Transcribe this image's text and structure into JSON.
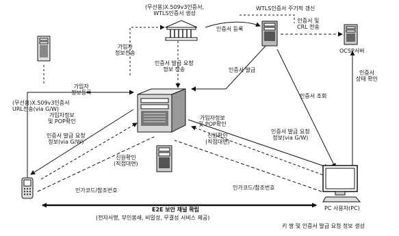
{
  "labels": {
    "wtls_cert_issue_wireless": "(무선용)X.509v3인증서,\nWTLS인증서 생성",
    "wtls_cert_periodic_update": "WTLS인증서 주기적 갱신",
    "cert_registration": "인증서 등록",
    "cert_crl_transfer": "인증서 및\nCRL 전송",
    "ocsp_server": "OCSP서버",
    "subscriber_info_transfer": "가입자\n정보전송",
    "cert_issue_request_info_transfer": "인증서 발급 요청\n정보 전송",
    "cert_issue": "인증서 발급",
    "cert_status_check": "인증서\n상태 확인",
    "subscriber_info_registration": "가입자\n정보등록",
    "x509_url_transfer": "(무선용)X.509v3인증서\nURL전송(via G/W)",
    "cert_lookup": "인증서 조회",
    "subscriber_info_pop_left": "가입자정보\n및 POP확인",
    "subscriber_info_pop_center": "가입자정보\n및 POP확인",
    "cert_issue_request_info_left": "인증서 발급 요청\n정보(via G/W)",
    "identity_check_center": "신원확인\n(직접대면)",
    "cert_issue_request_info_right": "인증서 발급 요청\n정보(via G/W)",
    "identity_check_ra": "신원확인\n(직접대면)",
    "auth_code_left": "인가코드/참조번호",
    "auth_code_right": "인가코드/참조번호",
    "e2e_channel": "E2E 보안 채널 확립",
    "e2e_services": "(전자서명, 부인봉쇄, 비밀성, 무결성 서비스 제공)",
    "key_pair_generation": "키 쌍 및 인증서 발급 요청 정보 생성",
    "pc_caption": "PC 사용자(PC)"
  },
  "colors": {
    "line": "#111111",
    "background": "#ffffff"
  }
}
